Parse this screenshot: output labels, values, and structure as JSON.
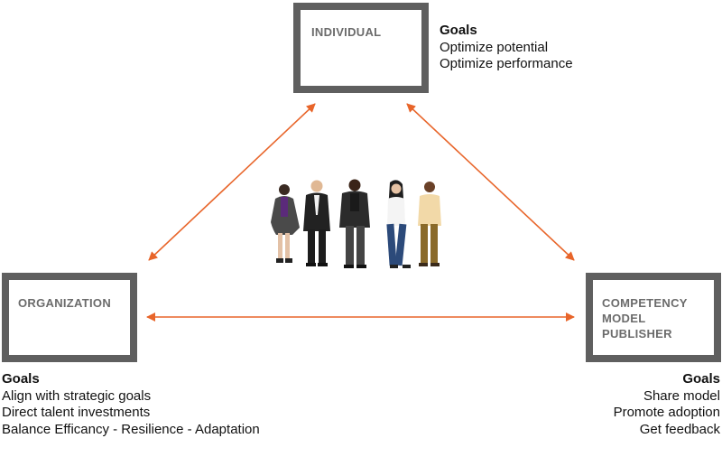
{
  "nodes": {
    "individual": {
      "label": "INDIVIDUAL",
      "goals_title": "Goals",
      "goals": [
        "Optimize potential",
        "Optimize performance"
      ]
    },
    "organization": {
      "label": "ORGANIZATION",
      "goals_title": "Goals",
      "goals": [
        "Align with strategic goals",
        "Direct talent investments",
        "Balance Efficancy - Resilience - Adaptation"
      ]
    },
    "publisher": {
      "label_lines": [
        "COMPETENCY",
        "MODEL",
        "PUBLISHER"
      ],
      "goals_title": "Goals",
      "goals": [
        "Share model",
        "Promote adoption",
        "Get feedback"
      ]
    }
  },
  "colors": {
    "arrow": "#e8652a",
    "box_border": "#5f5f5f",
    "box_label": "#6b6b6b"
  },
  "illustration": "group-of-people"
}
